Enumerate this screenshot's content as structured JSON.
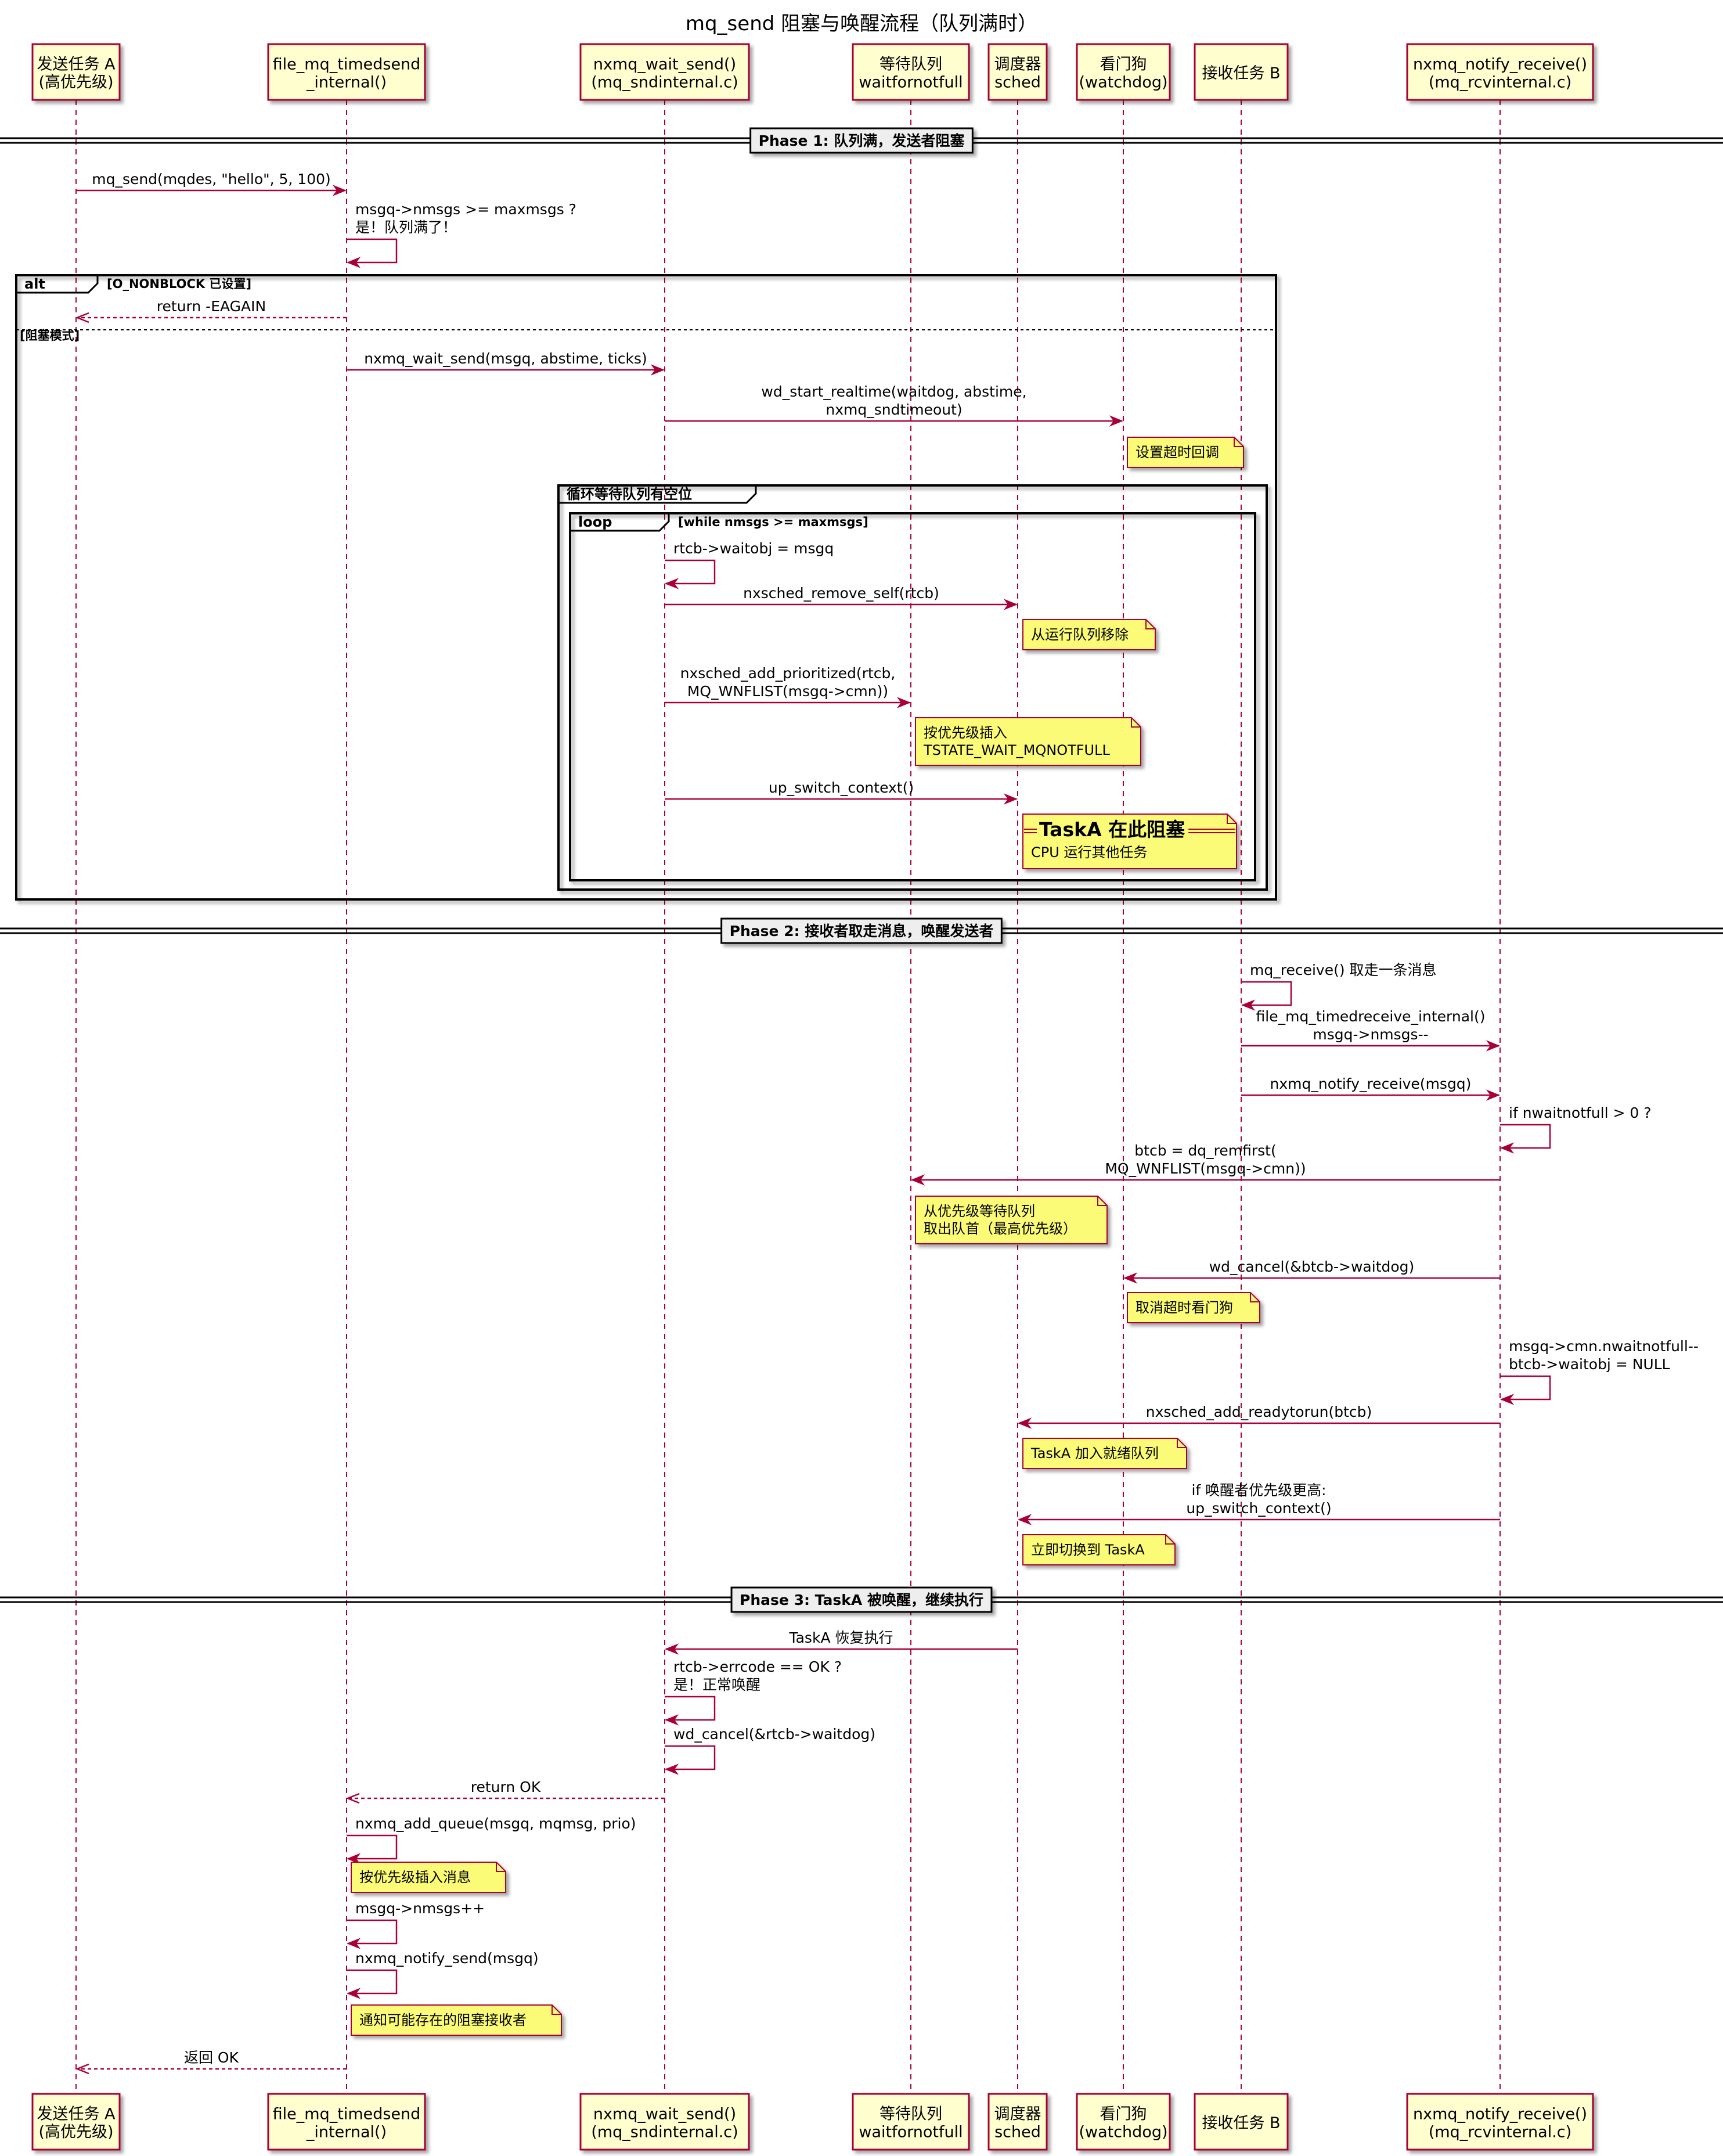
{
  "title": "mq_send 阻塞与唤醒流程（队列满时）",
  "colors": {
    "arrow": "#A80036",
    "participant_fill": "#FEFECE",
    "participant_border": "#A80036",
    "note_fill": "#FBFB77",
    "note_border": "#A80036",
    "lifeline": "#A80036",
    "frame": "#000000",
    "text": "#000000"
  },
  "participants": [
    {
      "id": "A",
      "lines": [
        "发送任务 A",
        "(高优先级)"
      ]
    },
    {
      "id": "F",
      "lines": [
        "file_mq_timedsend",
        "_internal()"
      ]
    },
    {
      "id": "W",
      "lines": [
        "nxmq_wait_send()",
        "(mq_sndinternal.c)"
      ]
    },
    {
      "id": "Q",
      "lines": [
        "等待队列",
        "waitfornotfull"
      ]
    },
    {
      "id": "S",
      "lines": [
        "调度器",
        "sched"
      ]
    },
    {
      "id": "D",
      "lines": [
        "看门狗",
        "(watchdog)"
      ]
    },
    {
      "id": "B",
      "lines": [
        "接收任务 B"
      ]
    },
    {
      "id": "N",
      "lines": [
        "nxmq_notify_receive()",
        "(mq_rcvinternal.c)"
      ]
    }
  ],
  "dividers": [
    {
      "id": "p1",
      "label_bold": "Phase 1:",
      "label_rest": " 队列满，发送者阻塞"
    },
    {
      "id": "p2",
      "label_bold": "Phase 2:",
      "label_rest": " 接收者取走消息，唤醒发送者"
    },
    {
      "id": "p3",
      "label_bold": "Phase 3: TaskA",
      "label_rest": " 被唤醒，继续执行"
    }
  ],
  "frames": [
    {
      "id": "alt",
      "keyword": "alt",
      "condition": "[O_NONBLOCK 已设置]",
      "else_condition": "[阻塞模式]"
    },
    {
      "id": "group",
      "keyword": "循环等待队列有空位"
    },
    {
      "id": "loop",
      "keyword": "loop",
      "condition": "[while nmsgs >= maxmsgs]"
    }
  ],
  "messages": [
    {
      "id": "m1",
      "from": "A",
      "to": "F",
      "style": "solid",
      "lines": [
        "mq_send(mqdes, \"hello\", 5, 100)"
      ]
    },
    {
      "id": "m2",
      "from": "F",
      "to": "F",
      "style": "self",
      "lines": [
        "msgq->nmsgs >= maxmsgs ?",
        "是！队列满了！"
      ]
    },
    {
      "id": "m3",
      "from": "F",
      "to": "A",
      "style": "dashed",
      "lines": [
        "return -EAGAIN"
      ]
    },
    {
      "id": "m4",
      "from": "F",
      "to": "W",
      "style": "solid",
      "lines": [
        "nxmq_wait_send(msgq, abstime, ticks)"
      ]
    },
    {
      "id": "m5",
      "from": "W",
      "to": "D",
      "style": "solid",
      "lines": [
        "wd_start_realtime(waitdog, abstime,",
        "nxmq_sndtimeout)"
      ]
    },
    {
      "id": "m6",
      "from": "W",
      "to": "W",
      "style": "self",
      "lines": [
        "rtcb->waitobj = msgq"
      ]
    },
    {
      "id": "m7",
      "from": "W",
      "to": "S",
      "style": "solid",
      "lines": [
        "nxsched_remove_self(rtcb)"
      ]
    },
    {
      "id": "m8",
      "from": "W",
      "to": "Q",
      "style": "solid",
      "lines": [
        "nxsched_add_prioritized(rtcb,",
        "MQ_WNFLIST(msgq->cmn))"
      ]
    },
    {
      "id": "m9",
      "from": "W",
      "to": "S",
      "style": "solid",
      "lines": [
        "up_switch_context()"
      ]
    },
    {
      "id": "m10",
      "from": "B",
      "to": "B",
      "style": "self",
      "lines": [
        "mq_receive() 取走一条消息"
      ]
    },
    {
      "id": "m11",
      "from": "B",
      "to": "N",
      "style": "solid",
      "lines": [
        "file_mq_timedreceive_internal()",
        "msgq->nmsgs--"
      ]
    },
    {
      "id": "m12",
      "from": "B",
      "to": "N",
      "style": "solid",
      "lines": [
        "nxmq_notify_receive(msgq)"
      ]
    },
    {
      "id": "m13",
      "from": "N",
      "to": "N",
      "style": "self",
      "lines": [
        "if nwaitnotfull > 0 ?"
      ]
    },
    {
      "id": "m14",
      "from": "N",
      "to": "Q",
      "style": "solid",
      "lines": [
        "btcb = dq_remfirst(",
        "MQ_WNFLIST(msgq->cmn))"
      ]
    },
    {
      "id": "m15",
      "from": "N",
      "to": "D",
      "style": "solid",
      "lines": [
        "wd_cancel(&btcb->waitdog)"
      ]
    },
    {
      "id": "m16",
      "from": "N",
      "to": "N",
      "style": "self",
      "lines": [
        "msgq->cmn.nwaitnotfull--",
        "btcb->waitobj = NULL"
      ]
    },
    {
      "id": "m17",
      "from": "N",
      "to": "S",
      "style": "solid",
      "lines": [
        "nxsched_add_readytorun(btcb)"
      ]
    },
    {
      "id": "m18",
      "from": "N",
      "to": "S",
      "style": "solid",
      "lines": [
        "if 唤醒者优先级更高:",
        "up_switch_context()"
      ]
    },
    {
      "id": "m19",
      "from": "S",
      "to": "W",
      "style": "solid",
      "lines": [
        "TaskA 恢复执行"
      ]
    },
    {
      "id": "m20",
      "from": "W",
      "to": "W",
      "style": "self",
      "lines": [
        "rtcb->errcode == OK ?",
        "是！正常唤醒"
      ]
    },
    {
      "id": "m21",
      "from": "W",
      "to": "W",
      "style": "self",
      "lines": [
        "wd_cancel(&rtcb->waitdog)"
      ]
    },
    {
      "id": "m22",
      "from": "W",
      "to": "F",
      "style": "dashed",
      "lines": [
        "return OK"
      ]
    },
    {
      "id": "m23",
      "from": "F",
      "to": "F",
      "style": "self",
      "lines": [
        "nxmq_add_queue(msgq, mqmsg, prio)"
      ]
    },
    {
      "id": "m24",
      "from": "F",
      "to": "F",
      "style": "self",
      "lines": [
        "msgq->nmsgs++"
      ]
    },
    {
      "id": "m25",
      "from": "F",
      "to": "F",
      "style": "self",
      "lines": [
        "nxmq_notify_send(msgq)"
      ]
    },
    {
      "id": "m26",
      "from": "F",
      "to": "A",
      "style": "dashed",
      "lines": [
        "返回 OK"
      ]
    }
  ],
  "notes": [
    {
      "id": "n1",
      "lines": [
        "设置超时回调"
      ]
    },
    {
      "id": "n2",
      "lines": [
        "从运行队列移除"
      ]
    },
    {
      "id": "n3",
      "lines": [
        "按优先级插入",
        "TSTATE_WAIT_MQNOTFULL"
      ]
    },
    {
      "id": "n4",
      "lines": [
        "==TaskA 在此阻塞 ==",
        "CPU 运行其他任务"
      ],
      "heading": "TaskA 在此阻塞"
    },
    {
      "id": "n5",
      "lines": [
        "从优先级等待队列",
        "取出队首（最高优先级）"
      ]
    },
    {
      "id": "n6",
      "lines": [
        "取消超时看门狗"
      ]
    },
    {
      "id": "n7",
      "lines": [
        "TaskA 加入就绪队列"
      ]
    },
    {
      "id": "n8",
      "lines": [
        "立即切换到 TaskA"
      ]
    },
    {
      "id": "n9",
      "lines": [
        "按优先级插入消息"
      ]
    },
    {
      "id": "n10",
      "lines": [
        "通知可能存在的阻塞接收者"
      ]
    }
  ]
}
